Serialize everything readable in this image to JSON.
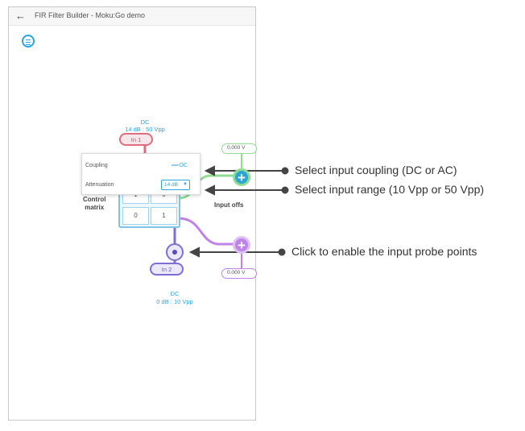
{
  "window": {
    "title": "FIR Filter Builder - Moku:Go demo",
    "back_icon": "←"
  },
  "inputs": {
    "in1": {
      "label": "In 1",
      "coupling": "DC",
      "range": "14 dB : 50 Vpp"
    },
    "in2": {
      "label": "In 2",
      "coupling": "DC",
      "range": "0 dB : 10 Vpp"
    }
  },
  "popup": {
    "coupling_label": "Coupling",
    "coupling_value": "DC",
    "attenuation_label": "Attenuation",
    "attenuation_value": "14 dB"
  },
  "matrix": {
    "label_line1": "Control",
    "label_line2": "matrix",
    "cells": [
      "1",
      "0",
      "0",
      "1"
    ]
  },
  "input_offset_label": "Input offs",
  "offsets": [
    "0.000  V",
    "0.000  V"
  ],
  "annotations": [
    "Select input coupling (DC or AC)",
    "Select input range (10 Vpp or 50 Vpp)",
    "Click to enable the input probe points"
  ],
  "colors": {
    "accent": "#2aa5e0",
    "in1": "#e06c80",
    "in2": "#7e6fd4",
    "green": "#8fdc92",
    "purple": "#c081e8"
  },
  "icons": {
    "menu": "hamburger-circle-icon",
    "back": "arrow-left-icon",
    "sum": "plus-icon",
    "probe": "probe-dot-icon",
    "dropdown": "caret-down-icon"
  }
}
